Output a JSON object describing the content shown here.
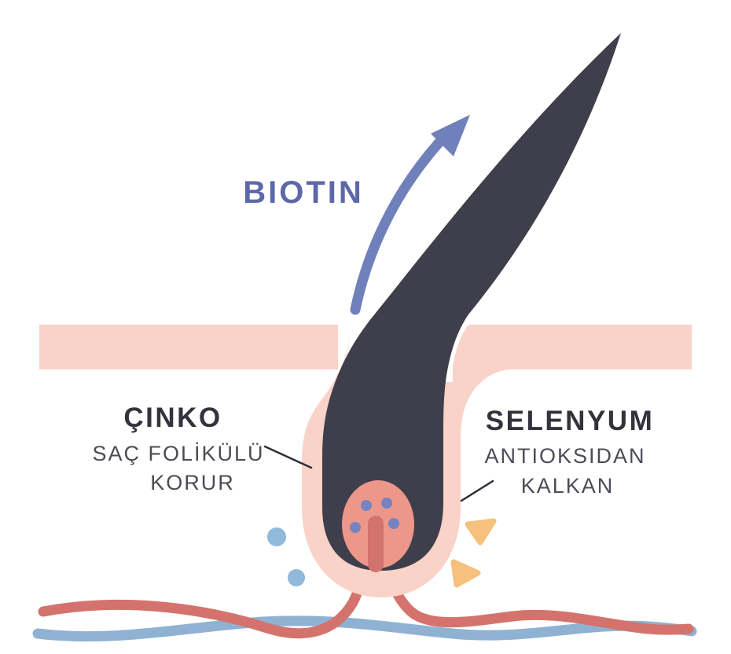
{
  "diagram": {
    "title": "Hair follicle vitamin diagram",
    "labels": {
      "biotin": "BIOTIN",
      "zinc": {
        "title": "ÇINKO",
        "subtitle1": "SAÇ FOLİKÜLÜ",
        "subtitle2": "KORUR"
      },
      "selenium": {
        "title": "SELENYUM",
        "subtitle1": "ANTIOKSIDAN",
        "subtitle2": "KALKAN"
      }
    },
    "colors": {
      "skin": "#f9d2c8",
      "hair": "#3f3f4c",
      "papilla": "#ed978a",
      "papilla_dot": "#7583c0",
      "vessel_red": "#d4736d",
      "vessel_blue": "#8fb2d3",
      "capillary": "#d2736e",
      "bubble": "#90b9da",
      "triangle": "#f5c17c",
      "arrow": "#7080ba",
      "biotin_text": "#5c68a9",
      "title_text": "#33333d",
      "subtitle_text": "#4c4c56",
      "pointer_line": "#2e2e38"
    },
    "icons": {
      "growth_arrow": "curved-up-arrow"
    }
  }
}
